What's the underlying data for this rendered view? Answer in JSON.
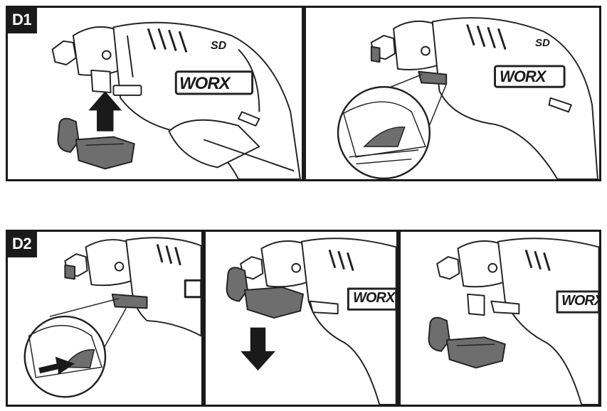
{
  "steps": [
    {
      "label": "D1"
    },
    {
      "label": "D2"
    }
  ],
  "tool": {
    "brand": "WORX",
    "model_mark": "SD"
  },
  "colors": {
    "ink": "#1a1a1a",
    "accessory_fill": "#6e6e6e",
    "accessory_dark": "#444444",
    "line": "#222222"
  },
  "arrows": [
    {
      "direction": "up"
    },
    {
      "direction": "down"
    },
    {
      "direction": "right"
    }
  ]
}
